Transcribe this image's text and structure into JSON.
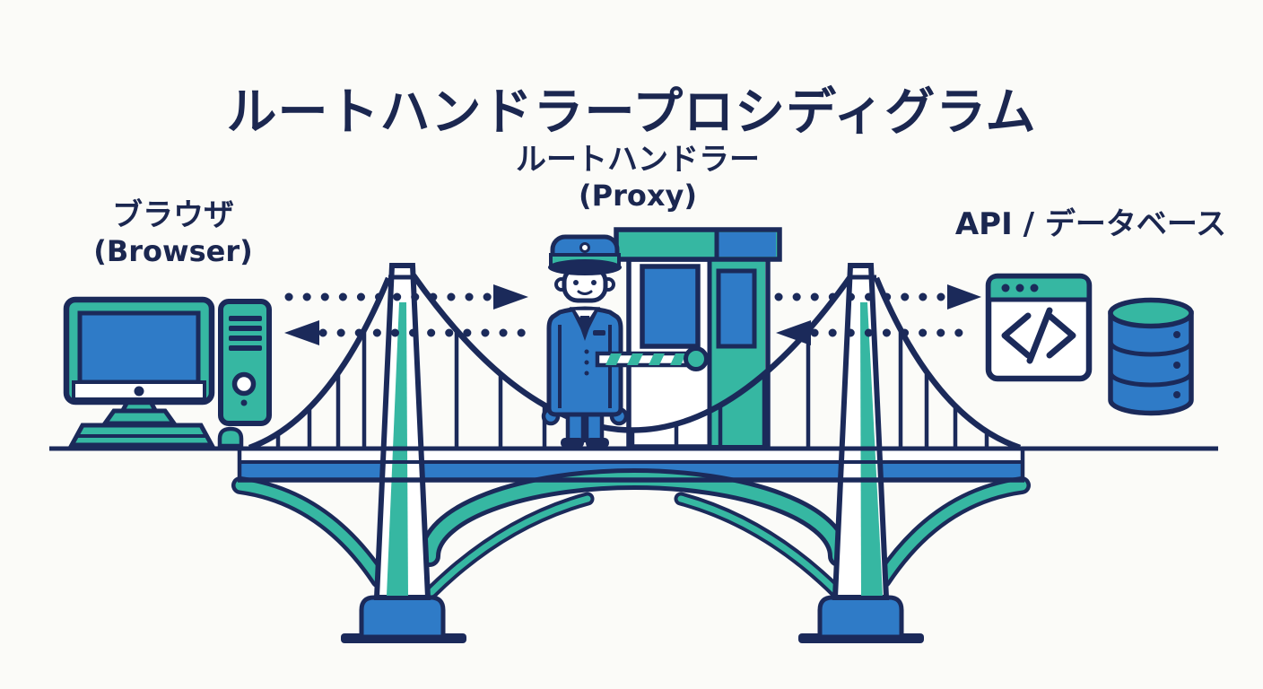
{
  "title": "ルートハンドラープロシディグラム",
  "nodes": {
    "browser": {
      "label_jp": "ブラウザ",
      "label_en": "(Browser)"
    },
    "proxy": {
      "label_jp": "ルートハンドラー",
      "label_en": "(Proxy)"
    },
    "backend": {
      "label": "API / データベース"
    }
  },
  "colors": {
    "background": "#fbfbf8",
    "navy": "#1b2a5a",
    "teal": "#36b7a2",
    "blue": "#2f7bc7",
    "white": "#ffffff",
    "text": "#1b2750"
  }
}
